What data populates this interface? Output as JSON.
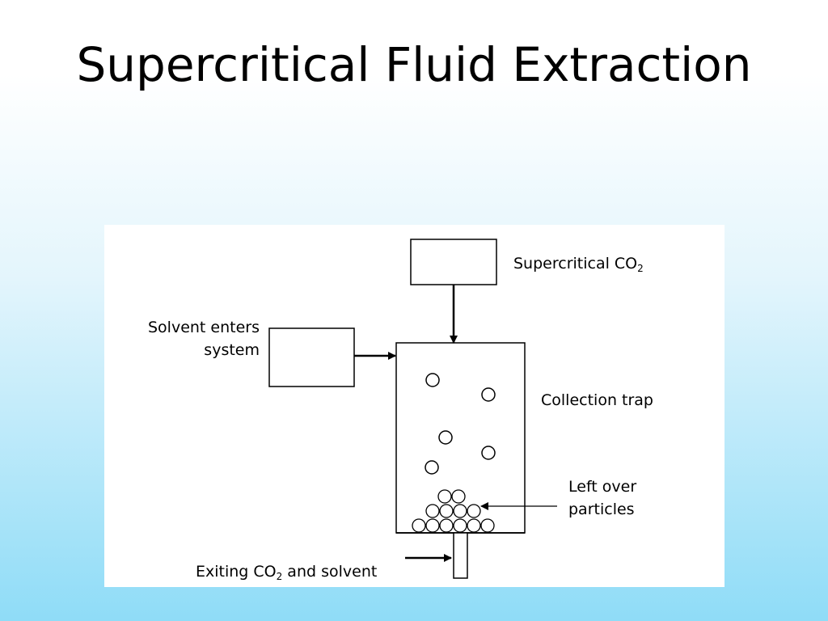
{
  "slide": {
    "title": "Supercritical Fluid Extraction"
  },
  "diagram": {
    "labels": {
      "supercritical_co2": {
        "text": "Supercritical CO",
        "sub": "2"
      },
      "solvent_line1": "Solvent enters",
      "solvent_line2": "system",
      "collection_trap": "Collection trap",
      "leftover_line1": "Left over",
      "leftover_line2": "particles",
      "exiting": {
        "before": "Exiting CO",
        "sub": "2",
        "after": " and solvent"
      }
    }
  }
}
